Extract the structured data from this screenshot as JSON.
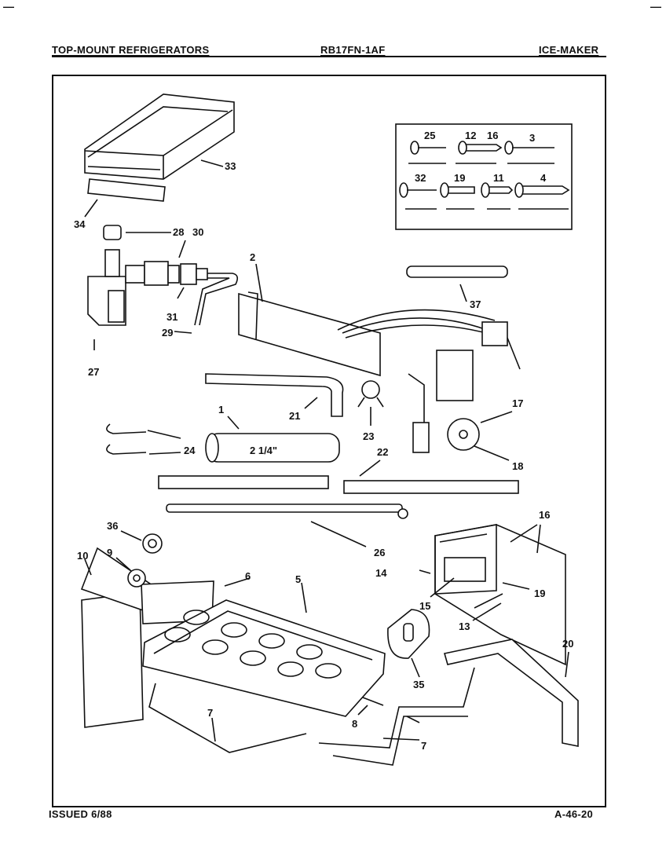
{
  "header": {
    "left": "TOP-MOUNT REFRIGERATORS",
    "center": "RB17FN-1AF",
    "right": "ICE-MAKER"
  },
  "footer": {
    "left": "ISSUED 6/88",
    "right": "A-46-20"
  },
  "corner_marks": {
    "left": "—",
    "right": "—"
  },
  "callouts": {
    "p1": "1",
    "p2": "2",
    "p3": "3",
    "p4": "4",
    "p5": "5",
    "p6": "6",
    "p7a": "7",
    "p7b": "7",
    "p8": "8",
    "p9": "9",
    "p10": "10",
    "p11": "11",
    "p12": "12",
    "p13": "13",
    "p14": "14",
    "p15": "15",
    "p16a": "16",
    "p16b": "16",
    "p17": "17",
    "p18": "18",
    "p19a": "19",
    "p19b": "19",
    "p20": "20",
    "p21": "21",
    "p22": "22",
    "p23": "23",
    "p24": "24",
    "p25": "25",
    "p26": "26",
    "p27": "27",
    "p28": "28",
    "p29": "29",
    "p30": "30",
    "p31": "31",
    "p32": "32",
    "p33": "33",
    "p34": "34",
    "p35": "35",
    "p36": "36",
    "p37": "37"
  },
  "tube_label": "2 1/4\""
}
